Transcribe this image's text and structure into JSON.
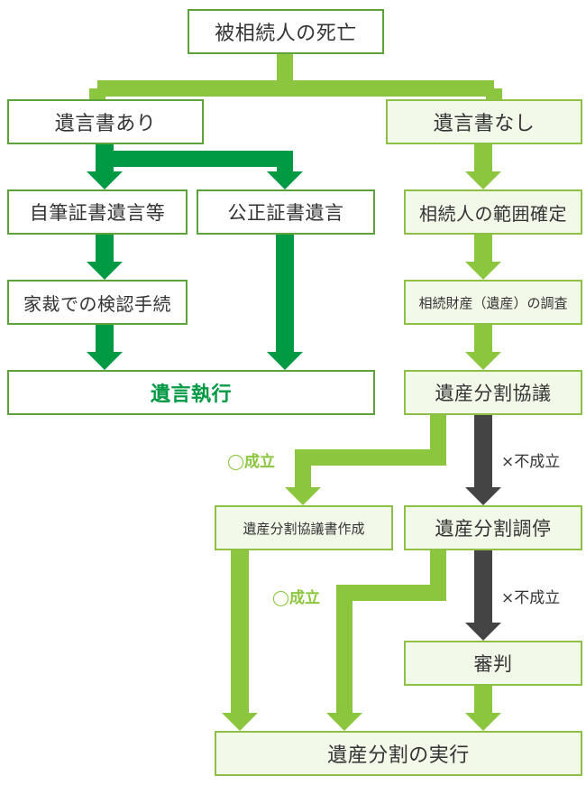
{
  "colors": {
    "dark_green": "#009944",
    "light_green": "#8cc63f",
    "dark_gray": "#444444",
    "box_border": "#5ca43a",
    "box_fill_light": "#f3f9e9",
    "highlight_text": "#009944",
    "success_label": "#8cc63f"
  },
  "nodes": {
    "death": "被相続人の死亡",
    "will_exists": "遺言書あり",
    "no_will": "遺言書なし",
    "holographic_will": "自筆証書遺言等",
    "notarized_will": "公正証書遺言",
    "heir_scope": "相続人の範囲確定",
    "family_court_probate": "家裁での検認手続",
    "estate_survey": "相続財産（遺産）の調査",
    "will_execution": "遺言執行",
    "division_agreement": "遺産分割協議",
    "agreement_document": "遺産分割協議書作成",
    "division_mediation": "遺産分割調停",
    "adjudication": "審判",
    "division_execution": "遺産分割の実行"
  },
  "labels": {
    "established_1": "◯成立",
    "failed_1": "×不成立",
    "established_2": "◯成立",
    "failed_2": "×不成立"
  }
}
